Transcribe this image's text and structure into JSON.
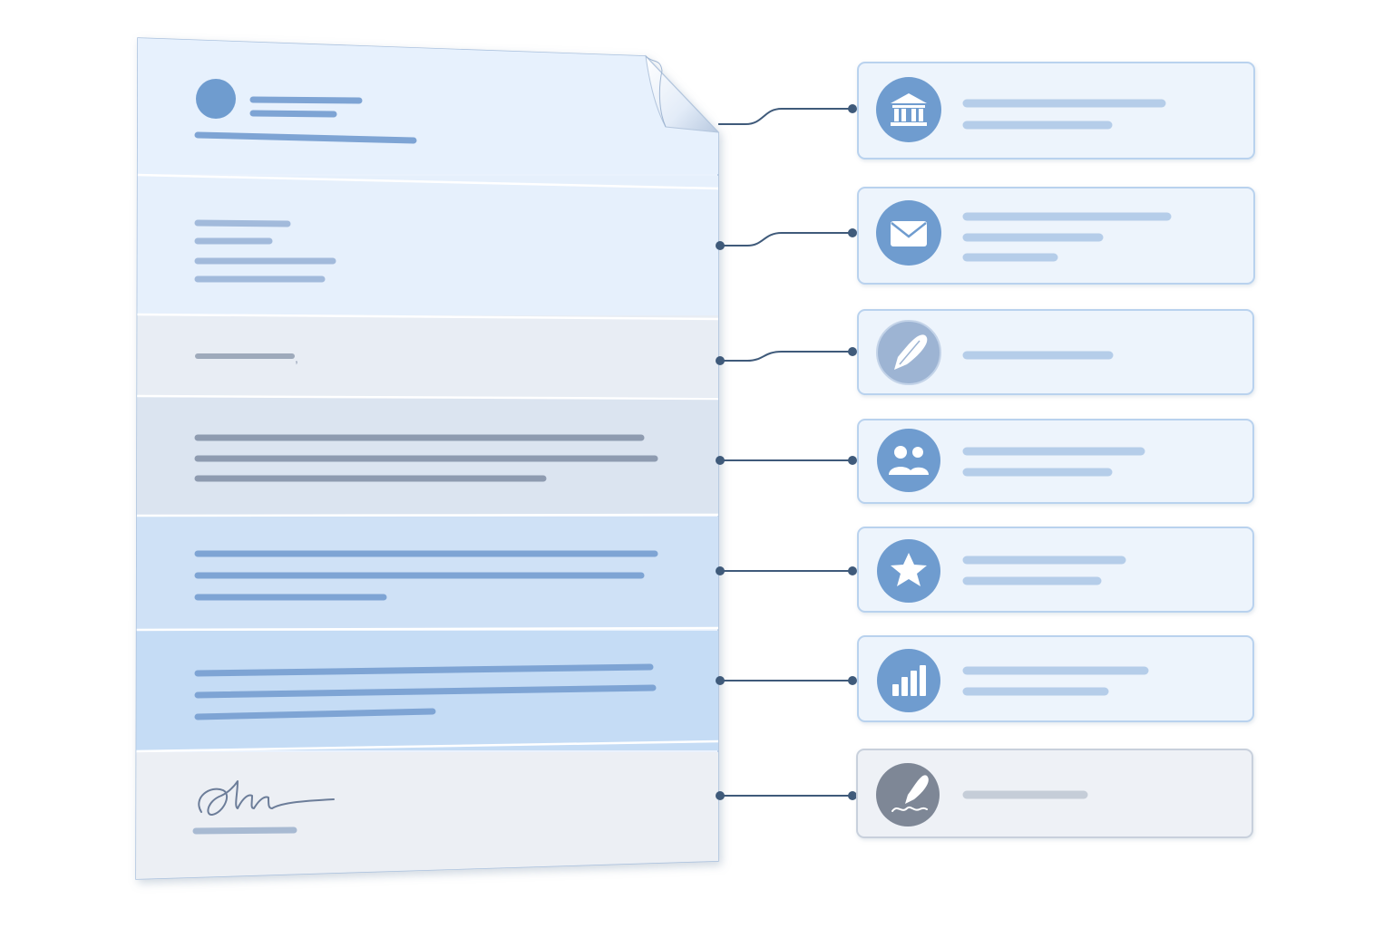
{
  "document": {
    "sections": [
      {
        "id": "letterhead",
        "icon": "logo-circle"
      },
      {
        "id": "recipient-address"
      },
      {
        "id": "salutation",
        "text": ","
      },
      {
        "id": "body-1"
      },
      {
        "id": "body-2"
      },
      {
        "id": "body-3"
      },
      {
        "id": "signature",
        "icon": "handwritten-signature"
      }
    ]
  },
  "cards": [
    {
      "icon": "bank-icon"
    },
    {
      "icon": "mail-icon"
    },
    {
      "icon": "pen-icon"
    },
    {
      "icon": "people-icon"
    },
    {
      "icon": "star-icon"
    },
    {
      "icon": "bar-chart-icon"
    },
    {
      "icon": "signature-pen-icon"
    }
  ],
  "colors": {
    "accent": "#6f9ccf",
    "connector": "#3f5a7a",
    "icon_gray": "#7e8796",
    "card_border": "#b9d2ee",
    "card_fill": "#edf4fc"
  }
}
